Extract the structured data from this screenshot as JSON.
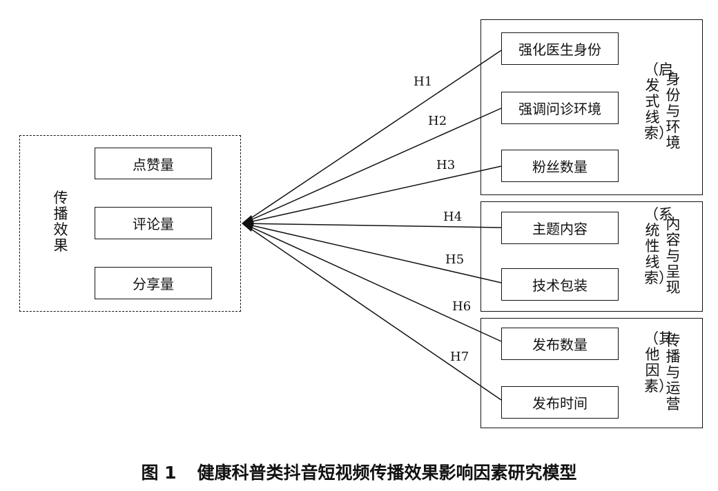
{
  "left_group": {
    "title": "传播效果",
    "items": [
      "点赞量",
      "评论量",
      "分享量"
    ]
  },
  "right_groups": [
    {
      "title": "身份与环境",
      "subtitle": "（启发式线索）",
      "items": [
        "强化医生身份",
        "强调问诊环境",
        "粉丝数量"
      ]
    },
    {
      "title": "内容与呈现",
      "subtitle": "（系统性线索）",
      "items": [
        "主题内容",
        "技术包装"
      ]
    },
    {
      "title": "传播与运营",
      "subtitle": "（其他因素）",
      "items": [
        "发布数量",
        "发布时间"
      ]
    }
  ],
  "hypotheses": [
    "H1",
    "H2",
    "H3",
    "H4",
    "H5",
    "H6",
    "H7"
  ],
  "caption": {
    "number": "图 1",
    "text": "健康科普类抖音短视频传播效果影响因素研究模型"
  }
}
